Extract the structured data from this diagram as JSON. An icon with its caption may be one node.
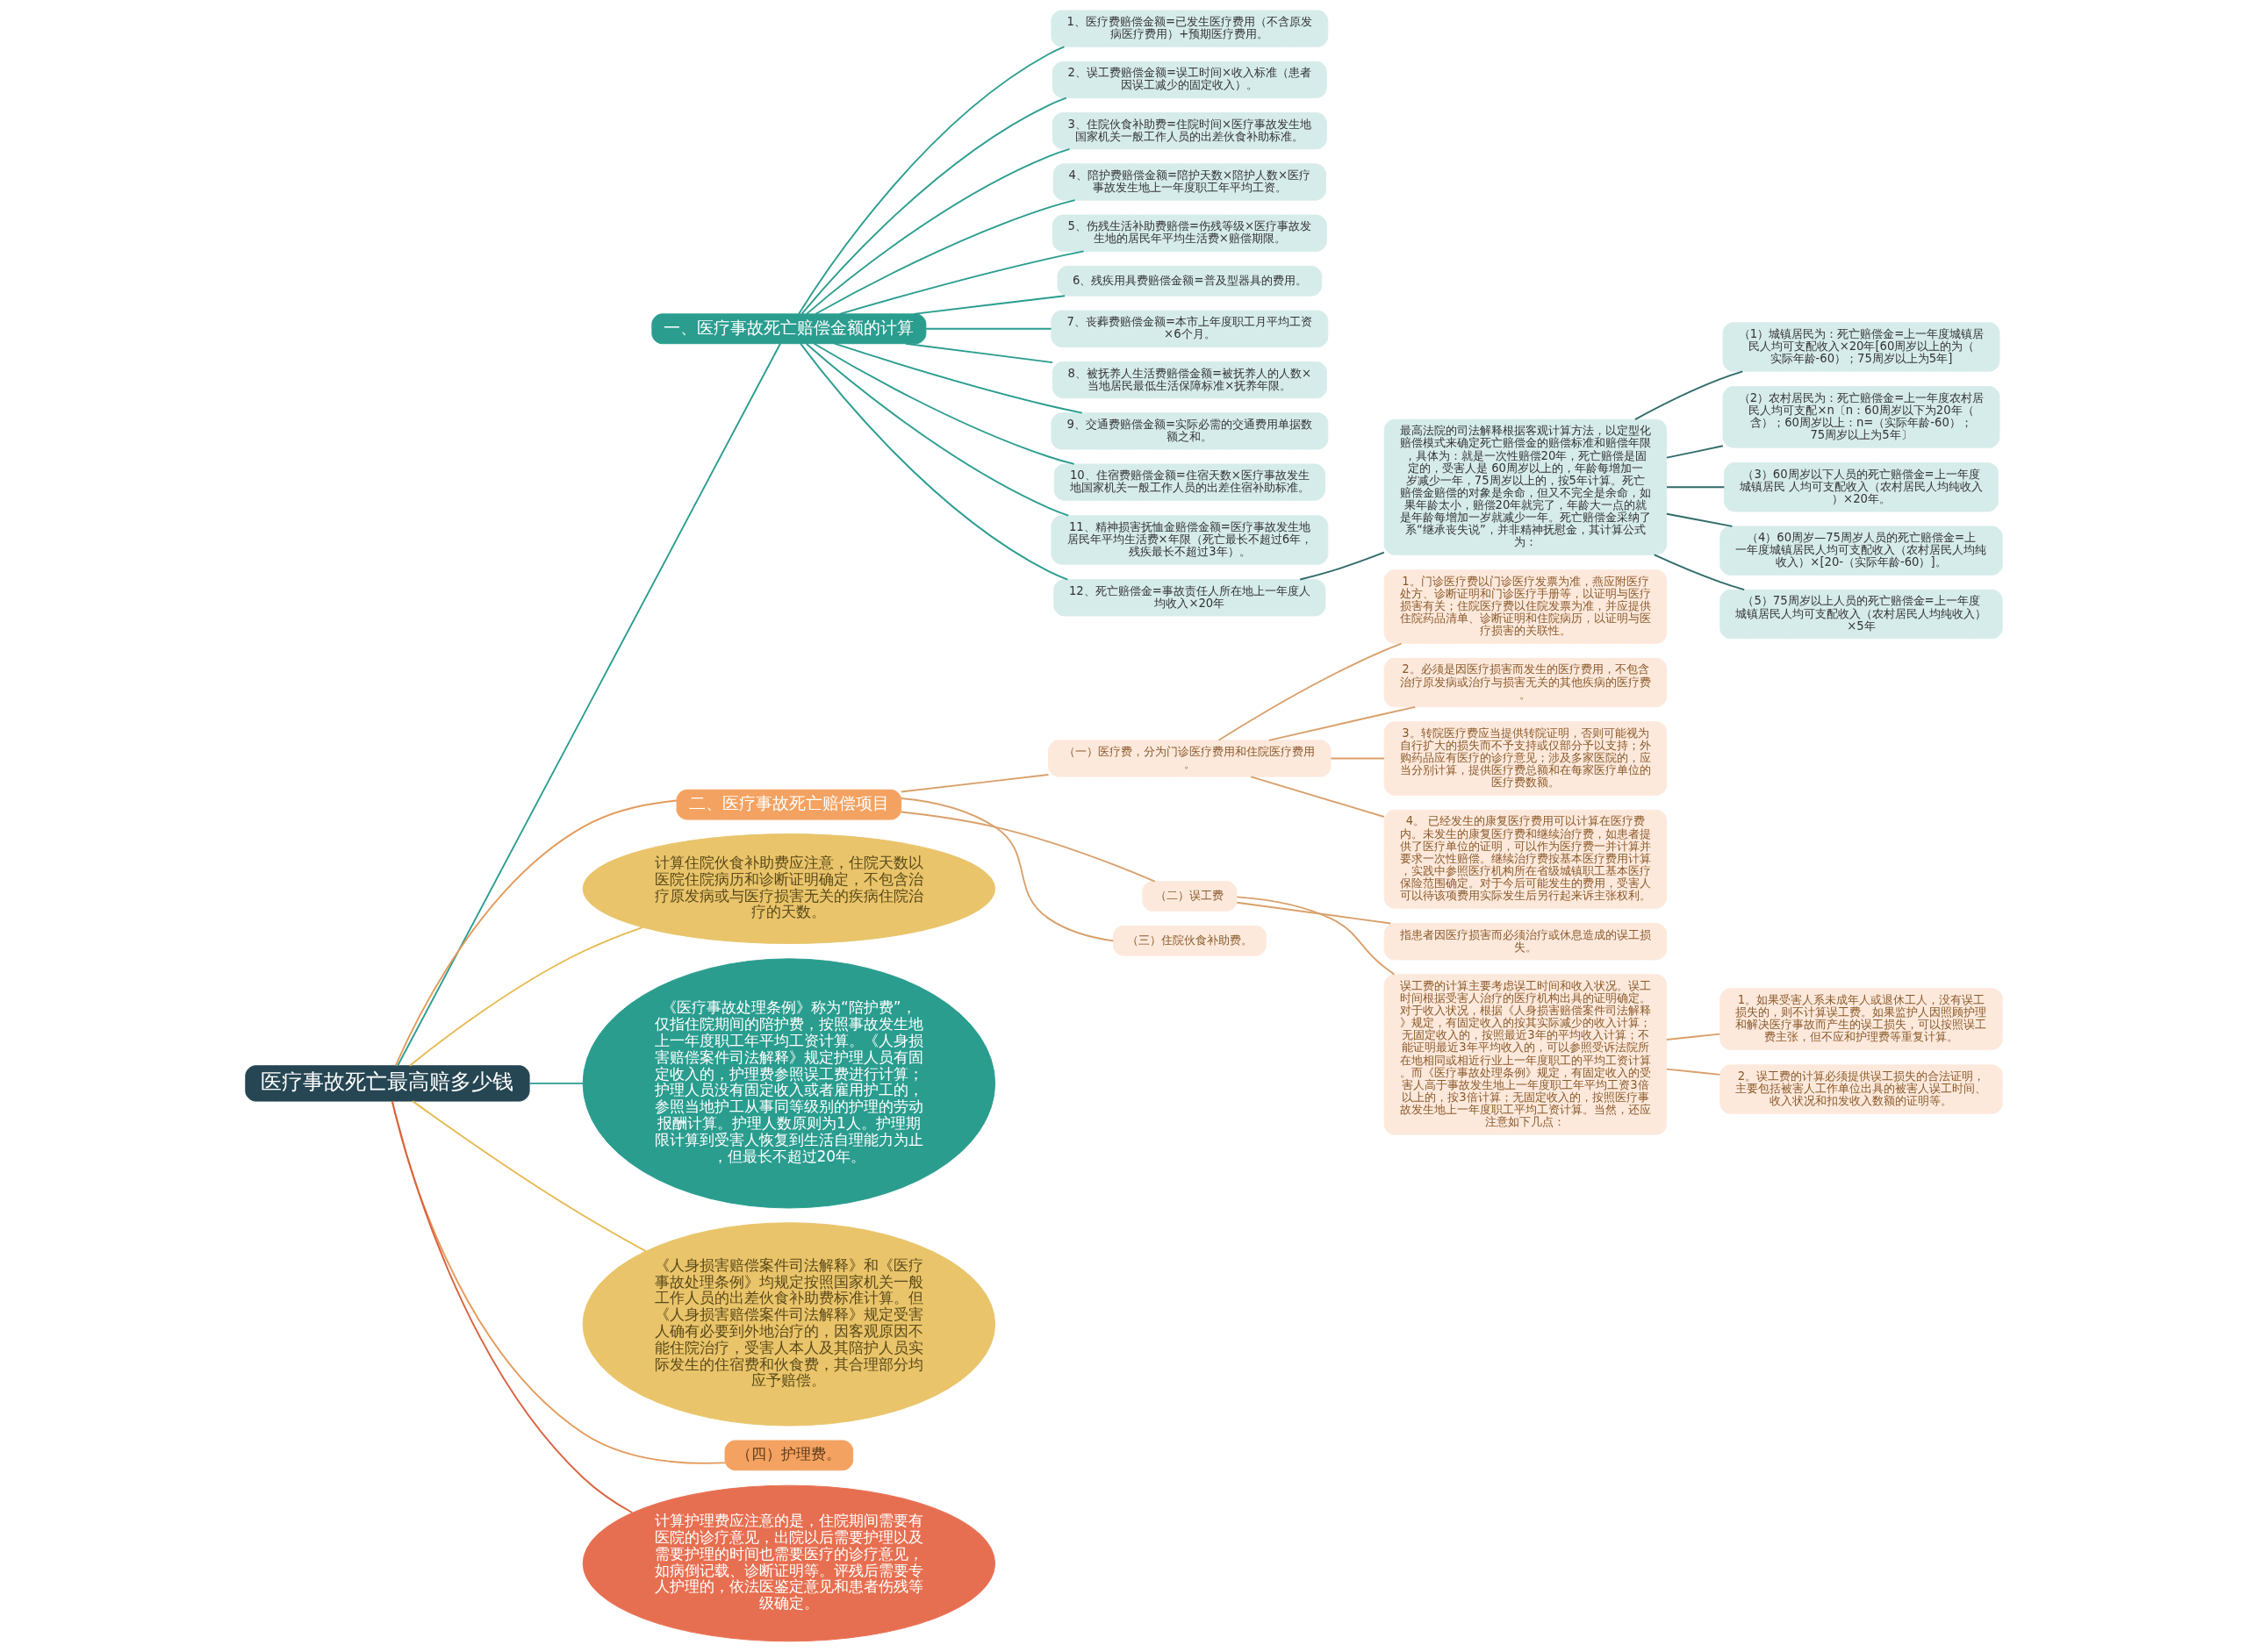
{
  "diagram": {
    "nodes": [
      {
        "text": [
          "医疗事故死亡最高赔多少钱"
        ]
      },
      {
        "text": [
          "一、医疗事故死亡赔偿金额的计算"
        ]
      },
      {
        "text": [
          "1、医疗费赔偿金额=已发生医疗费用（不含原发病医疗费用）+预期医疗费用。"
        ]
      },
      {
        "text": [
          "2、误工费赔偿金额=误工时间×收入标准（患者因误工减少的固定收入）。"
        ]
      },
      {
        "text": [
          "3、住院伙食补助费=住院时间×医疗事故发生地国家机关一般工作人员的出差伙食补助标准。"
        ]
      },
      {
        "text": [
          "4、陪护费赔偿金额=陪护天数×陪护人数×医疗事故发生地上一年度职工年平均工资。"
        ]
      },
      {
        "text": [
          "5、伤残生活补助费赔偿=伤残等级×医疗事故发生地的居民年平均生活费×赔偿期限。"
        ]
      },
      {
        "text": [
          "6、残疾用具费赔偿金额=普及型器具的费用。"
        ]
      },
      {
        "text": [
          "7、丧葬费赔偿金额=本市上年度职工月平均工资×6个月。"
        ]
      },
      {
        "text": [
          "8、被抚养人生活费赔偿金额=被抚养人的人数×当地居民最低生活保障标准×抚养年限。"
        ]
      },
      {
        "text": [
          "9、交通费赔偿金额=实际必需的交通费用单据数额之和。"
        ]
      },
      {
        "text": [
          "10、住宿费赔偿金额=住宿天数×医疗事故发生地国家机关一般工作人员的出差住宿补助标准。"
        ]
      },
      {
        "text": [
          "11、精神损害抚恤金赔偿金额=医疗事故发生地居民年平均生活费×年限（死亡最长不超过6年，残疾最长不超过3年）。"
        ]
      },
      {
        "text": [
          "12、死亡赔偿金=事故责任人所在地上一年度人均收入×20年"
        ]
      },
      {
        "text": [
          "最高法院的司法解释根据客观计算方法，以定型化赔偿模式来确定死亡赔偿金的赔偿标准和赔偿年限，具体为：就是一次性赔偿20年，死亡赔偿是固定的，受害人是 60周岁以上的，年龄每增加一岁减少一年，75周岁以上的，按5年计算。死亡赔偿金赔偿的对象是余命，但又不完全是余命，如果年龄太小，赔偿20年就完了，年龄大一点的就是年龄每增加一岁就减少一年。死亡赔偿金采纳了系“继承丧失说”，并非精神抚慰金，其计算公式为："
        ]
      },
      {
        "text": [
          "（1）城镇居民为：死亡赔偿金=上一年度城镇居民人均可支配收入×20年[60周岁以上的为（实际年龄-60）；75周岁以上为5年]"
        ]
      },
      {
        "text": [
          "（2）农村居民为：死亡赔偿金=上一年度农村居民人均可支配×n〔n：60周岁以下为20年（含）；60周岁以上：n=（实际年龄-60）；75周岁以上为5年〕"
        ]
      },
      {
        "text": [
          "（3）60周岁以下人员的死亡赔偿金=上一年度城镇居民 人均可支配收入（农村居民人均纯收入）×20年。"
        ]
      },
      {
        "text": [
          "（4）60周岁—75周岁人员的死亡赔偿金=上一年度城镇居民人均可支配收入（农村居民人均纯收入）×[20-（实际年龄-60）]。"
        ]
      },
      {
        "text": [
          "（5）75周岁以上人员的死亡赔偿金=上一年度城镇居民人均可支配收入（农村居民人均纯收入）×5年"
        ]
      },
      {
        "text": [
          "二、医疗事故死亡赔偿项目"
        ]
      },
      {
        "text": [
          "（一）医疗费，分为门诊医疗费用和住院医疗费用。"
        ]
      },
      {
        "text": [
          "1。门诊医疗费以门诊医疗发票为准，燕应附医疗处方、诊断证明和门诊医疗手册等，以证明与医疗损害有关；住院医疗费以住院发票为准，并应提供住院药品清单、诊断证明和住院病历，以证明与医疗损害的关联性。"
        ]
      },
      {
        "text": [
          "2。必须是因医疗损害而发生的医疗费用，不包含治疗原发病或治疗与损害无关的其他疾病的医疗费。"
        ]
      },
      {
        "text": [
          "3。转院医疗费应当提供转院证明，否则可能视为自行扩大的损失而不予支持或仅部分予以支持；外购药品应有医疗的诊疗意见；涉及多家医院的，应当分别计算，提供医疗费总额和在每家医疗单位的医疗费数额。"
        ]
      },
      {
        "text": [
          "4。 已经发生的康复医疗费用可以计算在医疗费内。未发生的康复医疗费和继续治疗费，如患者提供了医疗单位的证明，可以作为医疗费一并计算并要求一次性赔偿。继续治疗费按基本医疗费用计算，实践中参照医疗机构所在省级城镇职工基本医疗保险范围确定。对于今后可能发生的费用，受害人可以待该项费用实际发生后另行起来诉主张权利。"
        ]
      },
      {
        "text": [
          "（二）误工费"
        ]
      },
      {
        "text": [
          "指患者因医疗损害而必须治疗或休息造成的误工损失。"
        ]
      },
      {
        "text": [
          "误工费的计算主要考虑误工时间和收入状况。误工时间根据受害人治疗的医疗机构出具的证明确定。对于收入状况，根据《人身损害赔偿案件司法解释》规定，有固定收入的按其实际减少的收入计算；无固定收入的，按照最近3年的平均收入计算；不能证明最近3年平均收入的，可以参照受诉法院所在地相同或相近行业上一年度职工的平均工资计算。而《医疗事故处理条例》规定，有固定收入的受害人高于事故发生地上一年度职工年平均工资3倍以上的，按3倍计算；无固定收入的，按照医疗事故发生地上一年度职工平均工资计算。当然，还应注意如下几点："
        ]
      },
      {
        "text": [
          "1。如果受害人系未成年人或退休工人，没有误工损失的，则不计算误工费。如果监护人因照顾护理和解决医疗事故而产生的误工损失，可以按照误工费主张，但不应和护理费等重复计算。"
        ]
      },
      {
        "text": [
          "2。误工费的计算必须提供误工损失的合法证明，主要包括被害人工作单位出具的被害人误工时间、收入状况和扣发收入数额的证明等。"
        ]
      },
      {
        "text": [
          "（三）住院伙食补助费。"
        ]
      },
      {
        "text": [
          "计算住院伙食补助费应注意，住院天数以医院住院病历和诊断证明确定，不包含治疗原发病或与医疗损害无关的疾病住院治疗的天数。"
        ]
      },
      {
        "text": [
          "《医疗事故处理条例》称为“陪护费”，仅指住院期间的陪护费，按照事故发生地上一年度职工年平均工资计算。《人身损害赔偿案件司法解释》规定护理人员有固定收入的，护理费参照误工费进行计算；护理人员没有固定收入或者雇用护工的，参照当地护工从事同等级别的护理的劳动报酬计算。护理人数原则为1人。护理期限计算到受害人恢复到生活自理能力为止，但最长不超过20年。"
        ]
      },
      {
        "text": [
          "《人身损害赔偿案件司法解释》和《医疗事故处理条例》均规定按照国家机关一般工作人员的出差伙食补助费标准计算。但《人身损害赔偿案件司法解释》规定受害人确有必要到外地治疗的，因客观原因不能住院治疗，受害人本人及其陪护人员实际发生的住宿费和伙食费，其合理部分均应予赔偿。"
        ]
      },
      {
        "text": [
          "（四）护理费。"
        ]
      },
      {
        "text": [
          "计算护理费应注意的是，住院期间需要有医院的诊疗意见，出院以后需要护理以及需要护理的时间也需要医疗的诊疗意见，如病倒记载、诊断证明等。评残后需要专人护理的，依法医鉴定意见和患者伤残等级确定。"
        ]
      }
    ],
    "edges": [
      {
        "from": 0,
        "to": 1,
        "arrow": "none",
        "color": "#2a9d8f"
      },
      {
        "from": 1,
        "to": 2,
        "arrow": "none",
        "color": "#2a9d8f"
      },
      {
        "from": 1,
        "to": 3,
        "arrow": "none",
        "color": "#2a9d8f"
      },
      {
        "from": 1,
        "to": 4,
        "arrow": "none",
        "color": "#2a9d8f"
      },
      {
        "from": 1,
        "to": 5,
        "arrow": "none",
        "color": "#2a9d8f"
      },
      {
        "from": 1,
        "to": 6,
        "arrow": "none",
        "color": "#2a9d8f"
      },
      {
        "from": 1,
        "to": 7,
        "arrow": "none",
        "color": "#2a9d8f"
      },
      {
        "from": 1,
        "to": 8,
        "arrow": "none",
        "color": "#2a9d8f"
      },
      {
        "from": 1,
        "to": 9,
        "arrow": "none",
        "color": "#2a9d8f"
      },
      {
        "from": 1,
        "to": 10,
        "arrow": "none",
        "color": "#2a9d8f"
      },
      {
        "from": 1,
        "to": 11,
        "arrow": "none",
        "color": "#2a9d8f"
      },
      {
        "from": 1,
        "to": 12,
        "arrow": "none",
        "color": "#2a9d8f"
      },
      {
        "from": 1,
        "to": 13,
        "arrow": "none",
        "color": "#2a9d8f"
      },
      {
        "from": 13,
        "to": 14,
        "arrow": "none",
        "color": "#2f6b6a"
      },
      {
        "from": 14,
        "to": 15,
        "arrow": "none",
        "color": "#2f6b6a"
      },
      {
        "from": 14,
        "to": 16,
        "arrow": "none",
        "color": "#2f6b6a"
      },
      {
        "from": 14,
        "to": 17,
        "arrow": "none",
        "color": "#2f6b6a"
      },
      {
        "from": 14,
        "to": 18,
        "arrow": "none",
        "color": "#2f6b6a"
      },
      {
        "from": 14,
        "to": 19,
        "arrow": "none",
        "color": "#2f6b6a"
      },
      {
        "from": 0,
        "to": 20,
        "arrow": "none",
        "color": "#e49a5a"
      },
      {
        "from": 20,
        "to": 21,
        "arrow": "none",
        "color": "#d9a06b"
      },
      {
        "from": 21,
        "to": 22,
        "arrow": "none",
        "color": "#d9a06b"
      },
      {
        "from": 21,
        "to": 23,
        "arrow": "none",
        "color": "#d9a06b"
      },
      {
        "from": 21,
        "to": 24,
        "arrow": "none",
        "color": "#d9a06b"
      },
      {
        "from": 21,
        "to": 25,
        "arrow": "none",
        "color": "#d9a06b"
      },
      {
        "from": 20,
        "to": 26,
        "arrow": "none",
        "color": "#d9a06b"
      },
      {
        "from": 26,
        "to": 27,
        "arrow": "none",
        "color": "#d9a06b"
      },
      {
        "from": 26,
        "to": 28,
        "arrow": "none",
        "color": "#d9a06b"
      },
      {
        "from": 28,
        "to": 29,
        "arrow": "none",
        "color": "#d9a06b"
      },
      {
        "from": 28,
        "to": 30,
        "arrow": "none",
        "color": "#d9a06b"
      },
      {
        "from": 20,
        "to": 31,
        "arrow": "none",
        "color": "#d9a06b"
      },
      {
        "from": 0,
        "to": 32,
        "arrow": "none",
        "color": "#e6b94f"
      },
      {
        "from": 0,
        "to": 33,
        "arrow": "none",
        "color": "#2a9d8f"
      },
      {
        "from": 0,
        "to": 34,
        "arrow": "none",
        "color": "#e6b94f"
      },
      {
        "from": 0,
        "to": 35,
        "arrow": "none",
        "color": "#e49a5a"
      },
      {
        "from": 0,
        "to": 36,
        "arrow": "none",
        "color": "#d9623f"
      }
    ]
  }
}
